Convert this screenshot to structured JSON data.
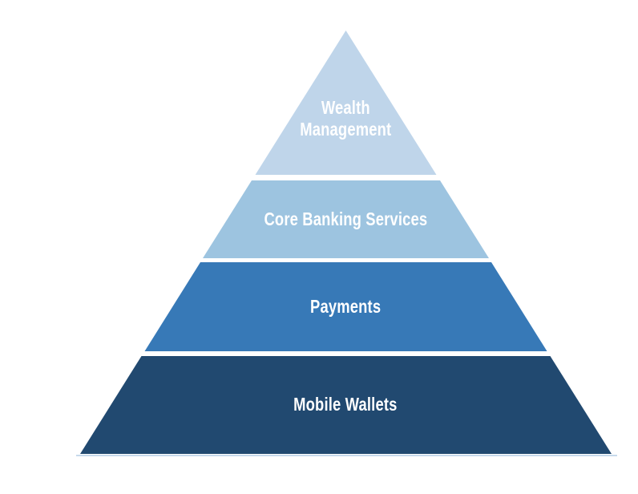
{
  "diagram": {
    "type": "pyramid",
    "title": "",
    "levels": [
      {
        "label": "Wealth\nManagement",
        "color": "#BFD5EA"
      },
      {
        "label": "Core Banking Services",
        "color": "#9DC4E0"
      },
      {
        "label": "Payments",
        "color": "#3779B7"
      },
      {
        "label": "Mobile Wallets",
        "color": "#214970"
      }
    ],
    "label_color": "#FFFFFF",
    "background_color": "#FFFFFF",
    "base_underline_color": "#C7DAEC"
  }
}
